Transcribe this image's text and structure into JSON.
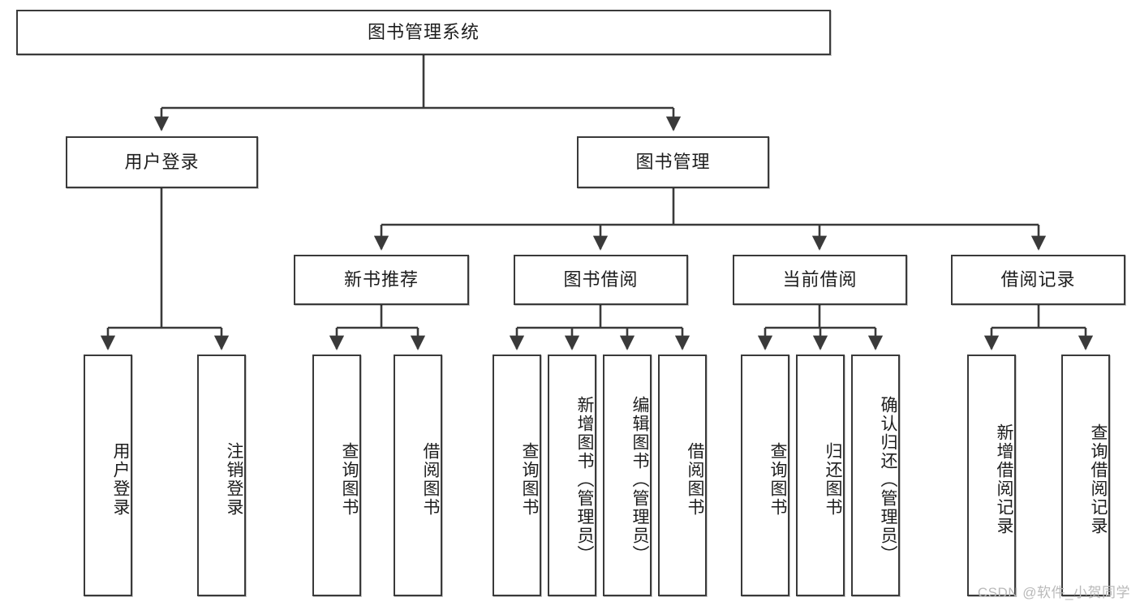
{
  "diagram": {
    "title": "图书管理系统",
    "type": "tree",
    "colors": {
      "stroke": "#3a3a3a",
      "fill": "#ffffff",
      "text": "#1d1d1d",
      "watermark": "#b9b9b9"
    },
    "root": {
      "label": "图书管理系统"
    },
    "level2": [
      {
        "label": "用户登录"
      },
      {
        "label": "图书管理"
      }
    ],
    "level3": [
      {
        "label": "新书推荐"
      },
      {
        "label": "图书借阅"
      },
      {
        "label": "当前借阅"
      },
      {
        "label": "借阅记录"
      }
    ],
    "leaves": {
      "user_login": [
        {
          "label": "用户登录"
        },
        {
          "label": "注销登录"
        }
      ],
      "new_book": [
        {
          "label": "查询图书"
        },
        {
          "label": "借阅图书"
        }
      ],
      "borrow_book": [
        {
          "label": "查询图书"
        },
        {
          "label": "新增图书（管理员）"
        },
        {
          "label": "编辑图书（管理员）"
        },
        {
          "label": "借阅图书"
        }
      ],
      "current_borrow": [
        {
          "label": "查询图书"
        },
        {
          "label": "归还图书"
        },
        {
          "label": "确认归还（管理员）"
        }
      ],
      "borrow_record": [
        {
          "label": "新增借阅记录"
        },
        {
          "label": "查询借阅记录"
        }
      ]
    }
  },
  "watermark": {
    "text": "CSDN @软件_小贺同学"
  }
}
